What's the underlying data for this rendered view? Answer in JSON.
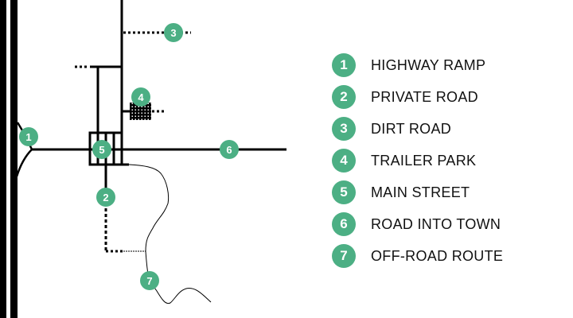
{
  "accent_color": "#4caf84",
  "legend": [
    {
      "num": "1",
      "label": "HIGHWAY RAMP"
    },
    {
      "num": "2",
      "label": "PRIVATE ROAD"
    },
    {
      "num": "3",
      "label": "DIRT ROAD"
    },
    {
      "num": "4",
      "label": "TRAILER PARK"
    },
    {
      "num": "5",
      "label": "MAIN STREET"
    },
    {
      "num": "6",
      "label": "ROAD INTO TOWN"
    },
    {
      "num": "7",
      "label": "OFF-ROAD ROUTE"
    }
  ]
}
